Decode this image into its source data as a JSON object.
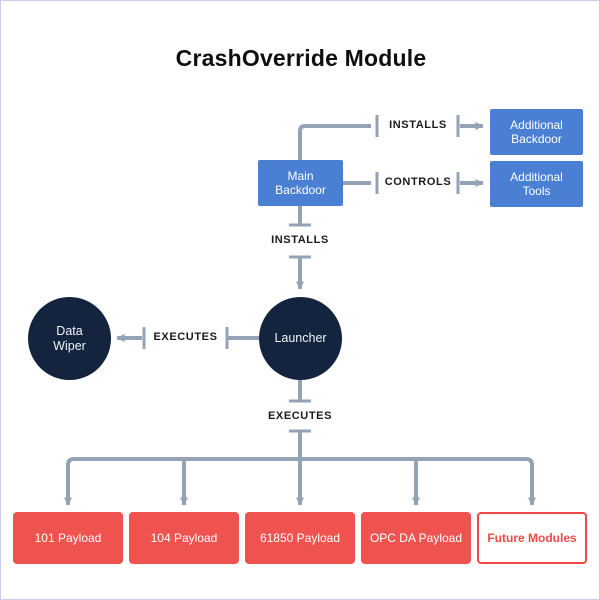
{
  "page": {
    "title": "CrashOverride Module",
    "background_color": "#ffffff",
    "border_color": "#c7cdf0"
  },
  "colors": {
    "blue_node": "#4a7fd4",
    "navy_node": "#14243f",
    "red_node": "#ef5350",
    "red_outline": "#ef4a47",
    "connector": "#93a3b5",
    "label_text": "#1b1b1b"
  },
  "nodes": {
    "main_backdoor": "Main\nBackdoor",
    "main_backdoor_line1": "Main",
    "main_backdoor_line2": "Backdoor",
    "additional_backdoor_line1": "Additional",
    "additional_backdoor_line2": "Backdoor",
    "additional_tools_line1": "Additional",
    "additional_tools_line2": "Tools",
    "launcher": "Launcher",
    "data_wiper_line1": "Data",
    "data_wiper_line2": "Wiper"
  },
  "edge_labels": {
    "installs_top": "INSTALLS",
    "controls": "CONTROLS",
    "installs_launcher": "INSTALLS",
    "executes_wiper": "EXECUTES",
    "executes_payloads": "EXECUTES"
  },
  "payloads": [
    {
      "label": "101 Payload",
      "style": "filled"
    },
    {
      "label": "104 Payload",
      "style": "filled"
    },
    {
      "label": "61850 Payload",
      "style": "filled"
    },
    {
      "label": "OPC DA Payload",
      "style": "filled"
    },
    {
      "label": "Future Modules",
      "style": "outline"
    }
  ]
}
